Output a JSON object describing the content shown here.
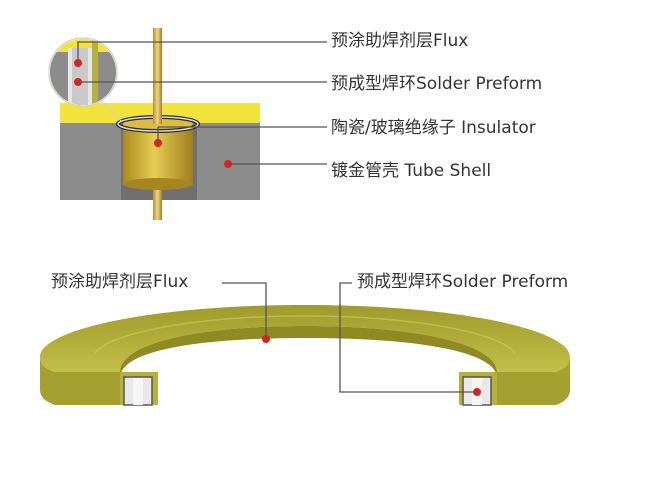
{
  "labels": {
    "flux_top": "预涂助焊剂层Flux",
    "preform_top": "预成型焊环Solder Preform",
    "insulator": "陶瓷/玻璃绝缘子 Insulator",
    "shell": "镀金管壳 Tube Shell",
    "flux_bottom": "预涂助焊剂层Flux",
    "preform_bottom": "预成型焊环Solder Preform"
  },
  "colors": {
    "shell_gray": "#8c8c8c",
    "shell_top_yellow": "#f2e33a",
    "gold": "#c9a227",
    "ring_olive": "#b5b13a",
    "ring_inner": "#8f8a22",
    "marker_red": "#e0201b",
    "leader_gray": "#555555",
    "preform_fill": "#e9e9e9"
  }
}
